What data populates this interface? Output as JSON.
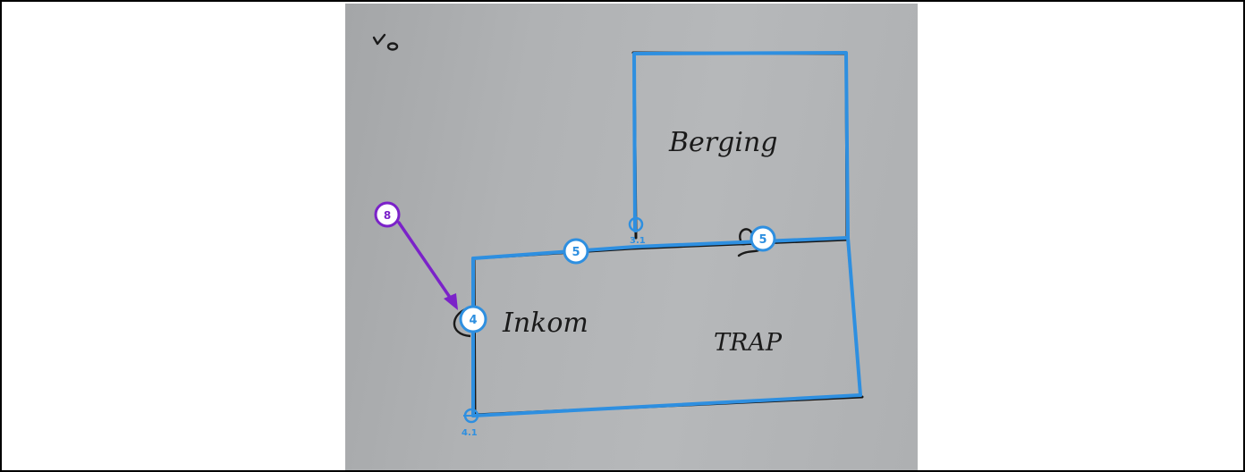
{
  "viewer": {
    "border_color": "#000000",
    "background": "#ffffff"
  },
  "photo": {
    "paper_color": "#b0b2b4",
    "corner_mark": "ᐡo",
    "handwritten_labels": {
      "room_top": "Berging",
      "room_left": "Inkom",
      "room_right": "TRAP"
    }
  },
  "annotations": {
    "wall_color": "#2e8fe0",
    "pointer_color": "#7b22c9",
    "wall_badges": [
      "5",
      "5"
    ],
    "opening_badge": "4",
    "node_labels": [
      "3.1",
      "4.1"
    ],
    "pointer_badge": "8"
  }
}
